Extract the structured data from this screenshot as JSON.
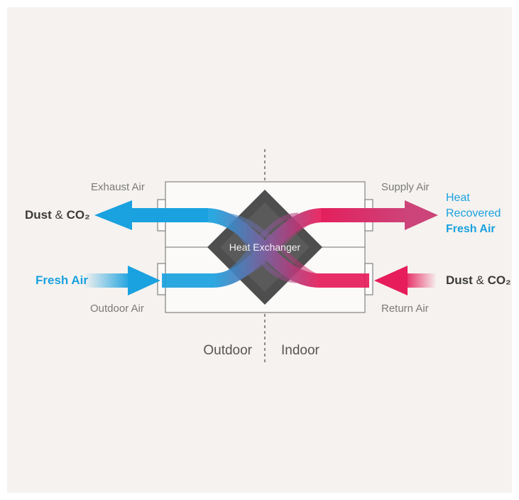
{
  "labels": {
    "exhaust_air": "Exhaust Air",
    "supply_air": "Supply Air",
    "outdoor_air": "Outdoor Air",
    "return_air": "Return Air",
    "heat_exchanger": "Heat Exchanger",
    "outdoor": "Outdoor",
    "indoor": "Indoor"
  },
  "left_outflow": {
    "dust": "Dust",
    "amp": "&",
    "co2": "CO₂"
  },
  "left_inflow": {
    "label": "Fresh Air"
  },
  "right_outflow": {
    "line1": "Heat",
    "line2": "Recovered",
    "line3": "Fresh Air"
  },
  "right_inflow": {
    "dust": "Dust",
    "amp": "&",
    "co2": "CO₂"
  },
  "colors": {
    "outdoor_blue": "#1aa1df",
    "indoor_pink": "#e61c5b",
    "supply_pink": "#cc4479",
    "exchanger_grey": "#4e4e4e",
    "frame_grey": "#8c8c8c",
    "panel_bg": "#f5f2ef"
  }
}
